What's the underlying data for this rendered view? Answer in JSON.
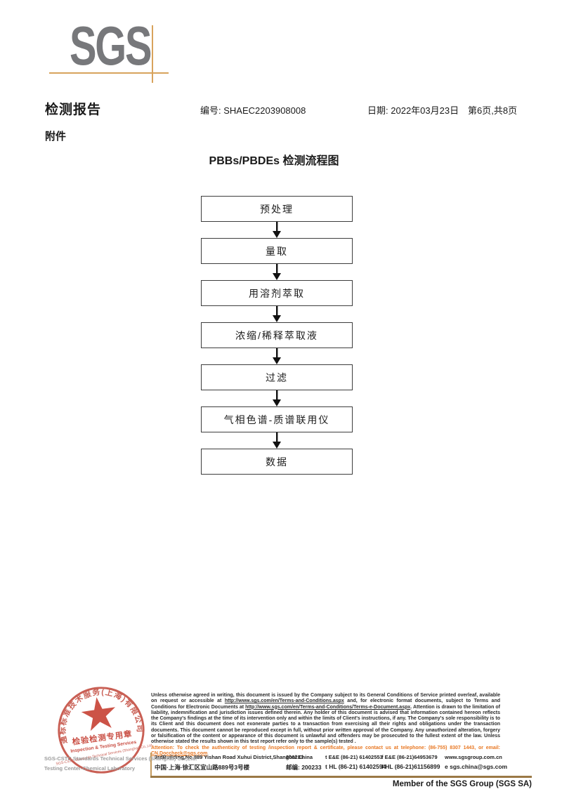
{
  "header": {
    "logo": "SGS",
    "report_title": "检测报告",
    "no_label": "编号:",
    "no_value": "SHAEC2203908008",
    "date_label": "日期:",
    "date_value": "2022年03月23日",
    "page_info": "第6页,共8页",
    "attachment": "附件"
  },
  "flowchart": {
    "title": "PBBs/PBDEs 检测流程图",
    "steps": [
      "预处理",
      "量取",
      "用溶剂萃取",
      "浓缩/稀释萃取液",
      "过滤",
      "气相色谱-质谱联用仪",
      "数据"
    ]
  },
  "stamp": {
    "arc_text": "通标标准技术服务(上海)有限公司",
    "seal_line1": "检验检测专用章",
    "seal_line2": "Inspection & Testing Services",
    "inner_en": "SGS-CSTC Standards Technical Services (Shanghai) Co.,Ltd.",
    "overlay_line1": "SGS-CSTC Standards Technical Services (Shanghai) Co.,Ltd.",
    "overlay_line2": "Testing Center-Chemical Laboratory"
  },
  "footer": {
    "legal": {
      "p1": "Unless otherwise agreed in writing, this document is issued by the Company subject to its General Conditions of Service printed overleaf, available on request or accessible at ",
      "url1": "http://www.sgs.com/en/Terms-and-Conditions.aspx",
      "p2": " and, for electronic format documents, subject to Terms and Conditions for Electronic Documents at ",
      "url2": "http://www.sgs.com/en/Terms-and-Conditions/Terms-e-Document.aspx",
      "p3": ". Attention is drawn to the limitation of liability, indemnification and jurisdiction issues defined therein. Any holder of this document is advised that information contained hereon reflects the Company's findings at the time of its intervention only and within the limits of Client's instructions, if any. The Company's sole responsibility is to its Client and this document does not exonerate parties to a transaction from exercising all their rights and obligations under the transaction documents. This document cannot be reproduced except in full, without prior written approval of the Company. Any unauthorized alteration, forgery or falsification of the content or appearance of this document is unlawful and offenders may be prosecuted to the fullest extent of the law. Unless otherwise stated the results shown in this test report refer only to the sample(s) tested ."
    },
    "attention": {
      "text": "Attention: To check the authenticity of testing /inspection report & certificate, please contact us at telephone: (86-755) 8307 1443, or email: ",
      "email": "CN.Doccheck@sgs.com"
    },
    "address": {
      "en_street": "3rdBuilding,No.889 Yishan Road Xuhui District,Shanghai China",
      "en_postal": "200233",
      "en_tel": "t E&E (86-21) 61402553",
      "en_fax": "f E&E (86-21)64953679",
      "web": "www.sgsgroup.com.cn",
      "cn_street": "中国·上海·徐汇区宜山路889号3号楼",
      "cn_postal": "邮编: 200233",
      "cn_tel": "t HL (86-21) 61402594",
      "cn_fax": "f HL (86-21)61156899",
      "email": "e sgs.china@sgs.com"
    },
    "member": "Member of the SGS Group (SGS SA)"
  },
  "colors": {
    "attention_orange": "#e87722",
    "stamp_red": "#c2362a",
    "crosshair_tan": "#d8a35c",
    "logo_gray": "#77787b"
  }
}
